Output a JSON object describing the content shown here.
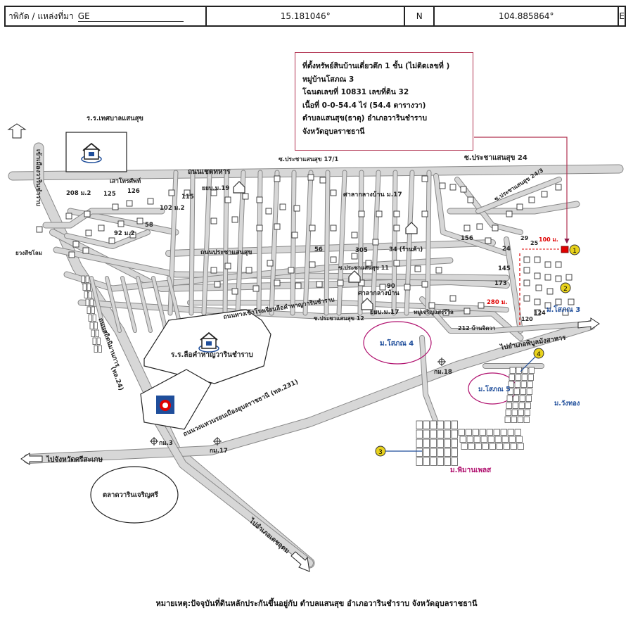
{
  "header": {
    "label": "าพิกัด / แหล่งที่มา",
    "source": "GE",
    "lat": "15.181046°",
    "lat_dir": "N",
    "lon": "104.885864°",
    "lon_dir": "E"
  },
  "info": {
    "line1": "ที่ตั้งทรัพย์สินบ้านเดี่ยวตึก 1 ชั้น  (ไม่ติดเลขที่ )",
    "line2": "หมู่บ้านโสภณ 3",
    "line3": "โฉนดเลขที่   10831   เลขที่ดิน   32",
    "line4": "เนื้อที่   0-0-54.4  ไร่  (54.4   ตารางวา)",
    "line5": "ตำบลแสนสุข(ธาตุ)  อำเภอวารินชำราบ",
    "line6": "จังหวัดอุบลราชธานี"
  },
  "labels": {
    "hospital": "ร.ร.เทศบาลแสนสุข",
    "road_north": "เข้าเมืองวารินชำราบ",
    "soi_17_1": "ซ.ประชาแสนสุข 17/1",
    "soi_24": "ซ.ประชาแสนสุข 24",
    "soi_24_3": "ซ.ประชาแสนสุข 24/3",
    "road_chet": "ถนนเชตทหาร",
    "mart": "เสาโทรศัพท์",
    "n208": "208 ม.2",
    "n125": "125",
    "n126": "126",
    "n115": "115",
    "n102": "102 ม.2",
    "n92": "92 ม.2",
    "n58a": "58",
    "school_small": "ยยบ.ม.19",
    "hall17": "ศาลากลางบ้าน ม.17",
    "n156": "156",
    "shop": "ยวงสีชโลม",
    "road_prachasansuk": "ถนนประชาแสนสุข",
    "n56": "56",
    "n305": "305",
    "n34": "34 (ร้านค้า)",
    "soi11": "ซ.ประชาแสนสุข 11",
    "n90": "90",
    "hall_center": "ศาลากลางบ้าน",
    "school17": "ยยบ.ม.17",
    "sophon4": "ม.โสภณ 4",
    "soi12": "ซ.ประชาแสนสุข 12",
    "road_school": "ถนนทางเข้าโรงเรียนลือคำหาญวารินชำราบ",
    "school_big": "ร.ร.ลือคำหาญวารินชำราบ",
    "hw24": "(ทล.24)",
    "hw24_name": "ถนนสถิตนิมานการ",
    "hw231": "ถนนวงแหวนรอบเมืองอุบลราชธานี (ทล.231)",
    "km3": "กม.3",
    "km17": "กม.17",
    "km18": "กม.18",
    "to_sisaket": "ไปจังหวัดศรีสะเกษ",
    "market": "ตลาดวารินเจริญศรี",
    "to_detudom": "ไปอำเภอเดชอุดม",
    "to_phibun": "ไปอำเภอพิบูลมังสาหาร",
    "n24": "24",
    "n29": "29",
    "n25": "25",
    "dist100": "100 ม.",
    "n145": "145",
    "n173": "173",
    "dist280": "280 ม.",
    "n124": "124",
    "n120": "120",
    "sophon3": "ม.โสภณ 3",
    "n212": "212 บ้านจิตวา",
    "sophon5": "ม.โสภณ 5",
    "wangthong": "ม.วังทอง",
    "phiman": "ม.พิมานเพลส",
    "charoen": "หมู่เจริญแสงรีวิล",
    "mark1": "1",
    "mark2": "2",
    "mark3": "3",
    "mark4": "4"
  },
  "footer": {
    "note": "หมายเหตุ:ปัจจุบันที่ดินหลักประกันขึ้นอยู่กับ ตำบลแสนสุข  อำเภอวารินชำราบ  จังหวัดอุบลราชธานี"
  },
  "colors": {
    "road": "#d7d7d7",
    "road_edge": "#888888",
    "leader": "#8b1a4a",
    "subject": "#e00000",
    "marker": "#e8d21c",
    "blue_label": "#1f4e9b",
    "magenta": "#b0106e"
  }
}
